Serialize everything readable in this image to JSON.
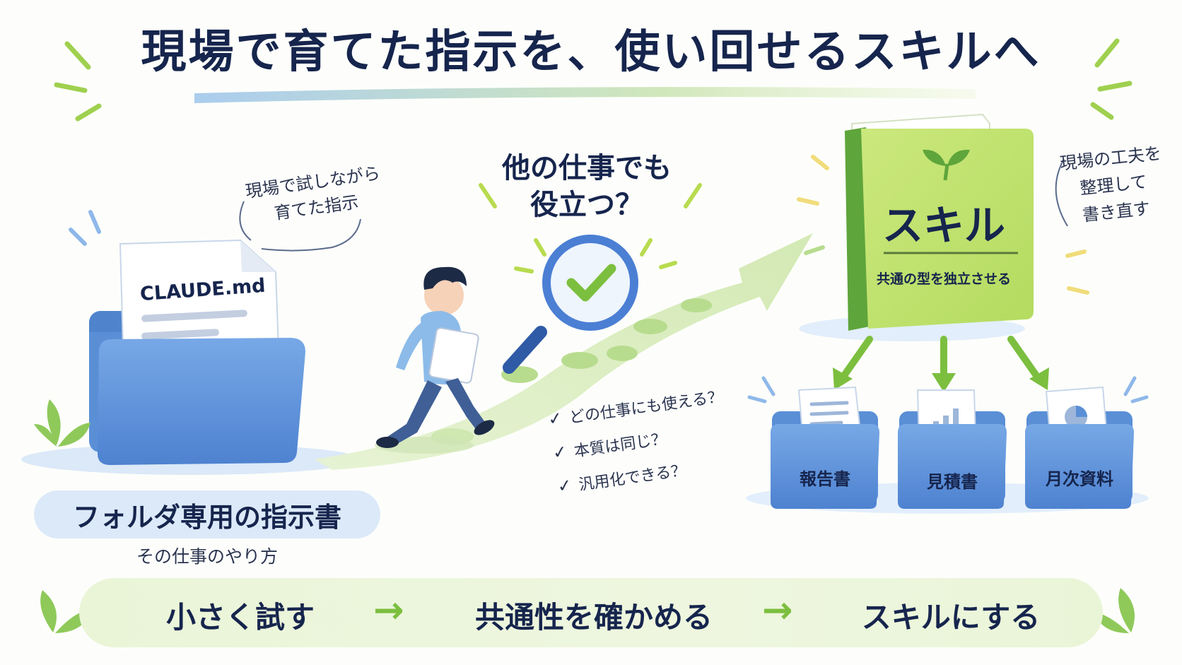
{
  "title": "現場で育てた指示を、使い回せるスキルへ",
  "left_note": {
    "line1": "現場で試しながら",
    "line2": "育てた指示"
  },
  "document_label": "CLAUDE.md",
  "left_label": {
    "main": "フォルダ専用の指示書",
    "sub": "その仕事のやり方"
  },
  "question": {
    "line1": "他の仕事でも",
    "line2": "役立つ？"
  },
  "checklist": [
    "どの仕事にも使える？",
    "本質は同じ？",
    "汎用化できる？"
  ],
  "skill_book": {
    "title": "スキル",
    "subtitle": "共通の型を独立させる"
  },
  "right_note": {
    "line1": "現場の工夫を",
    "line2": "整理して",
    "line3": "書き直す"
  },
  "outputs": [
    "報告書",
    "見積書",
    "月次資料"
  ],
  "steps": [
    "小さく試す",
    "共通性を確かめる",
    "スキルにする"
  ],
  "step_arrow": "→",
  "check_symbol": "✓",
  "colors": {
    "navy": "#16254d",
    "folder_blue": "#5b8fd8",
    "book_green": "#bde26a",
    "accent_green": "#7cbf3f",
    "path_green": "#d8ecb9"
  },
  "icons": [
    "folder-icon",
    "document-icon",
    "magnifier-check-icon",
    "person-walking-icon",
    "book-icon",
    "sprout-icon",
    "chart-icon",
    "pie-chart-icon",
    "arrow-icon"
  ]
}
